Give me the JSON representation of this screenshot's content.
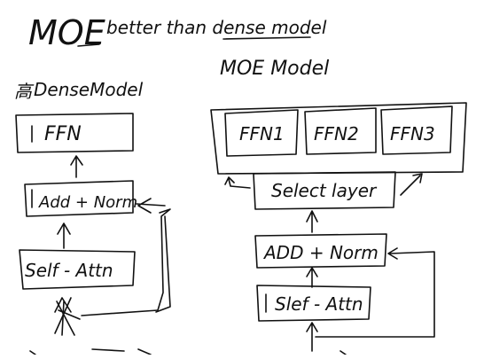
{
  "title": {
    "main": "MOE",
    "rest": "better than dense model"
  },
  "dense": {
    "heading_prefix": "⾼",
    "heading": "DenseModel",
    "ffn_label": "FFN",
    "add_norm_label": "Add + Norm",
    "self_attn_label": "Self - Attn"
  },
  "moe": {
    "heading": "MOE Model",
    "experts": [
      "FFN1",
      "FFN2",
      "FFN3"
    ],
    "select_label": "Select layer",
    "add_norm_label": "ADD + Norm",
    "self_attn_label": "Slef - Attn"
  },
  "colors": {
    "ink": "#111111",
    "paper": "#ffffff"
  }
}
